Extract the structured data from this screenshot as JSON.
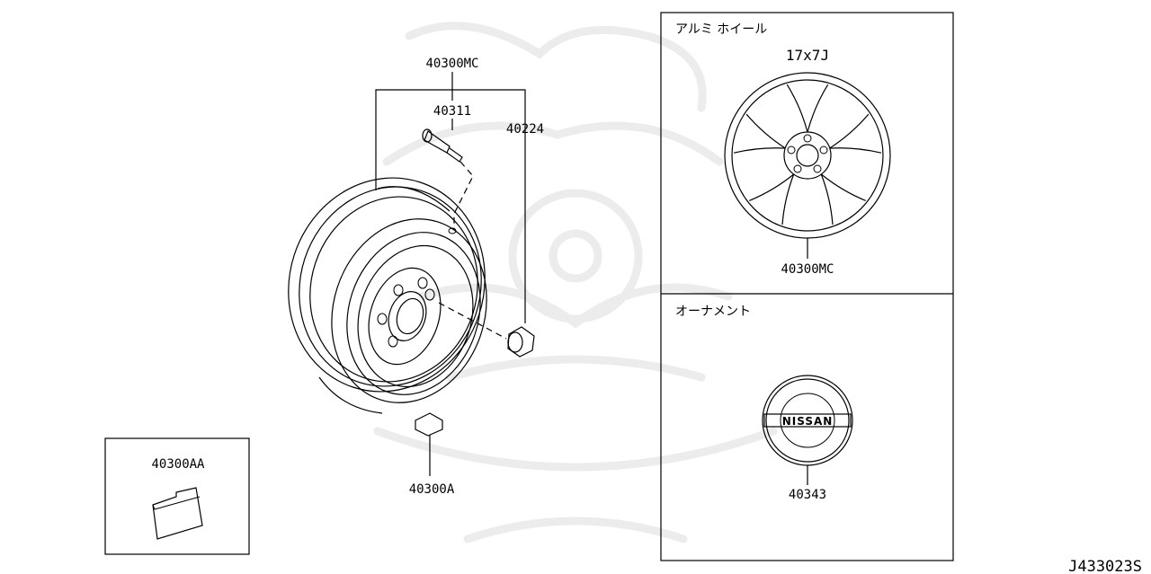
{
  "parts": {
    "wheel_assembly": "40300MC",
    "valve": "40311",
    "nut": "40224",
    "balance_weight": "40300A",
    "inset_weight": "40300AA",
    "alloy_wheel": "40300MC",
    "ornament": "40343"
  },
  "panels": {
    "alloy_title": "アルミ ホイール",
    "alloy_size": "17x7J",
    "ornament_title": "オーナメント"
  },
  "emblem_text": "NISSAN",
  "diagram_code": "J433023S"
}
